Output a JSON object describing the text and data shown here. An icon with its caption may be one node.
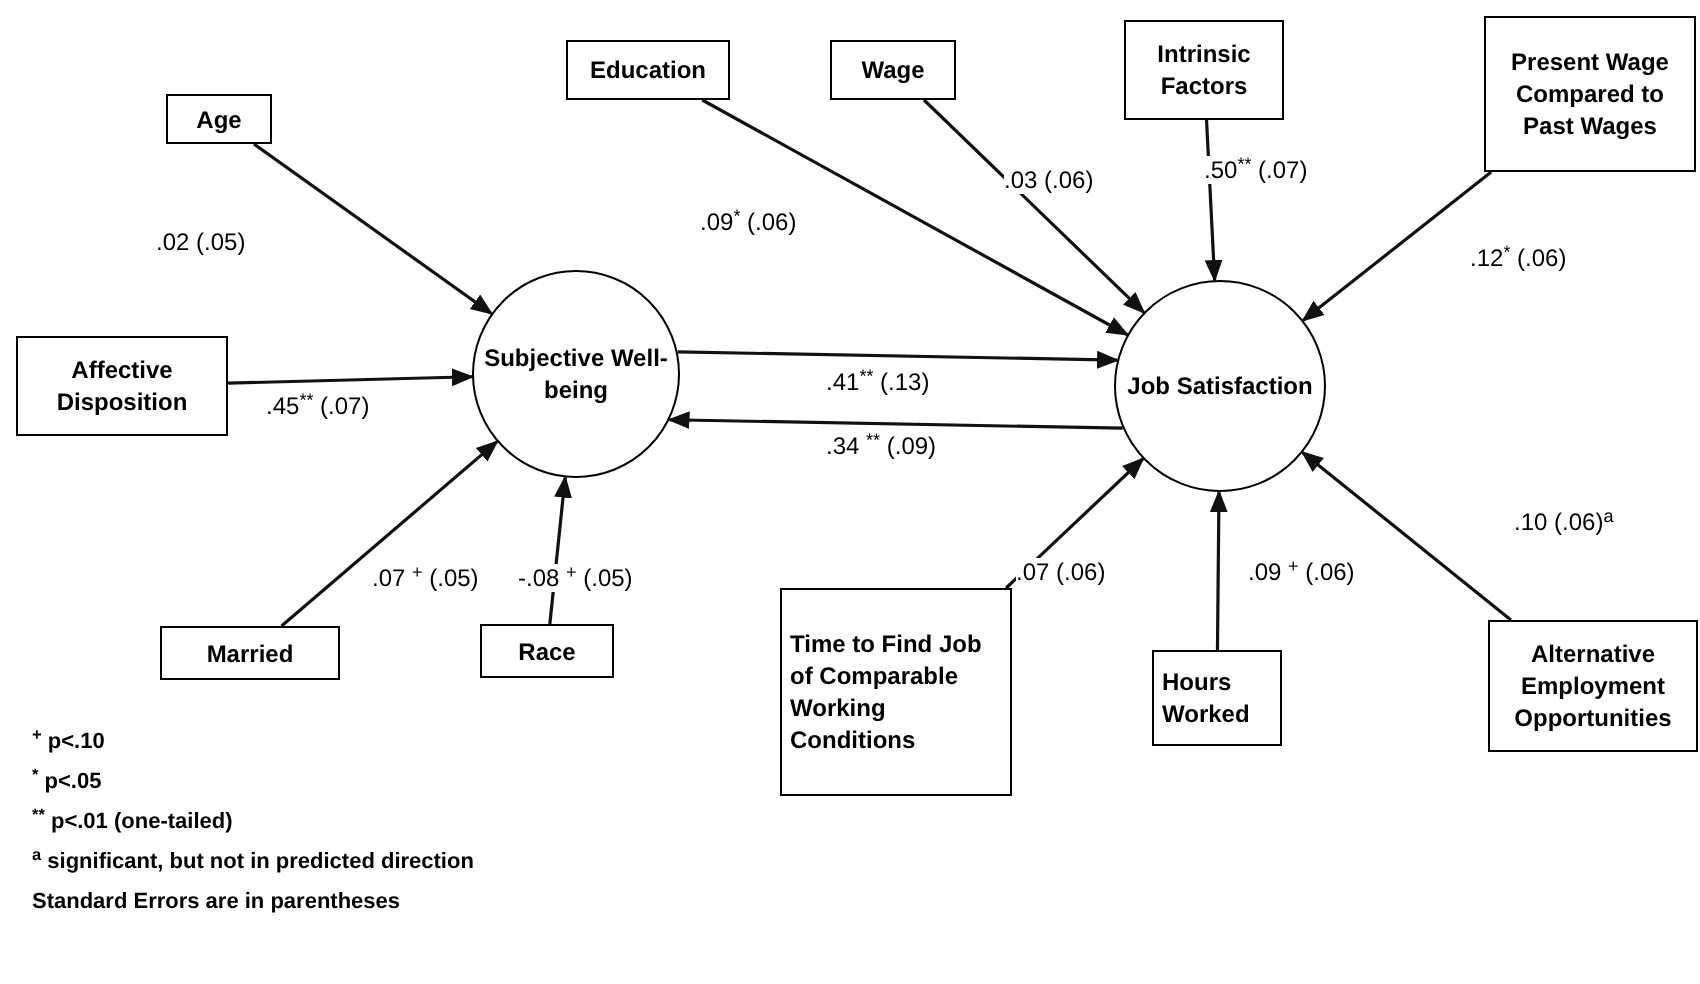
{
  "diagram": {
    "nodes": [
      {
        "text": [
          "Age"
        ]
      },
      {
        "text": [
          "Affective Disposition"
        ]
      },
      {
        "text": [
          "Subjective Well-being"
        ]
      },
      {
        "text": [
          "Married"
        ]
      },
      {
        "text": [
          "Race"
        ]
      },
      {
        "text": [
          "Education"
        ]
      },
      {
        "text": [
          "Wage"
        ]
      },
      {
        "text": [
          "Intrinsic Factors"
        ]
      },
      {
        "text": [
          "Present Wage Compared to Past Wages"
        ]
      },
      {
        "text": [
          "Job Satisfaction"
        ]
      },
      {
        "text": [
          "Time to Find Job of Comparable Working Conditions"
        ]
      },
      {
        "text": [
          "Hours Worked"
        ]
      },
      {
        "text": [
          "Alternative Employment Opportunities"
        ]
      }
    ],
    "edges": [
      {
        "from": 0,
        "to": 2,
        "arrow": "to",
        "label": ".02 (.05)"
      },
      {
        "from": 1,
        "to": 2,
        "arrow": "to",
        "label": ".45$^{**}$ (.07)"
      },
      {
        "from": 3,
        "to": 2,
        "arrow": "to",
        "label": ".07 $^{+}$ (.05)"
      },
      {
        "from": 4,
        "to": 2,
        "arrow": "to",
        "label": "-.08 $^{+}$ (.05)"
      },
      {
        "from": 5,
        "to": 9,
        "arrow": "to",
        "label": ".09$^{*}$ (.06)"
      },
      {
        "from": 6,
        "to": 9,
        "arrow": "to",
        "label": ".03 (.06)"
      },
      {
        "from": 7,
        "to": 9,
        "arrow": "to",
        "label": ".50$^{**}$ (.07)"
      },
      {
        "from": 8,
        "to": 9,
        "arrow": "to",
        "label": ".12$^{*}$ (.06)"
      },
      {
        "from": 2,
        "to": 9,
        "arrow": "to",
        "label": ".41$^{**}$ (.13)"
      },
      {
        "from": 9,
        "to": 2,
        "arrow": "to",
        "label": ".34 $^{**}$ (.09)"
      },
      {
        "from": 10,
        "to": 9,
        "arrow": "to",
        "label": ".07 (.06)"
      },
      {
        "from": 11,
        "to": 9,
        "arrow": "to",
        "label": ".09 $^{+}$ (.06)"
      },
      {
        "from": 12,
        "to": 9,
        "arrow": "to",
        "label": ".10 (.06)$^{a}$"
      }
    ],
    "labels": [
      "$^{+}$ p<.10",
      "$^{*}$ p<.05",
      "$^{**}$ p<.01 (one-tailed)",
      "$^{a}$ significant, but not in predicted direction",
      "Standard Errors are in parentheses"
    ]
  }
}
